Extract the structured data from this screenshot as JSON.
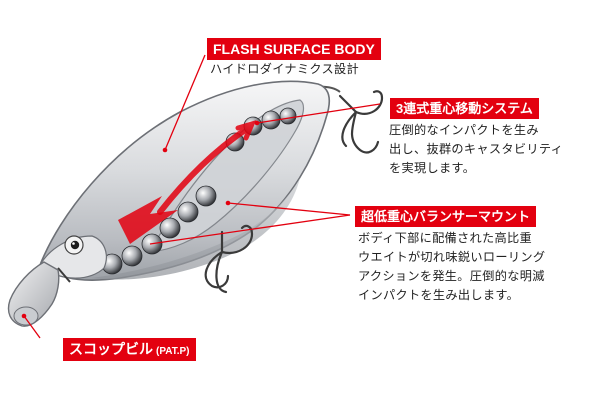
{
  "labels": {
    "flash": {
      "title": "FLASH SURFACE BODY",
      "desc": [
        "ハイドロダイナミクス設計"
      ]
    },
    "weight": {
      "title": "3連式重心移動システム",
      "desc": [
        "圧倒的なインパクトを生み",
        "出し、抜群のキャスタビリティ",
        "を実現します。"
      ]
    },
    "balancer": {
      "title": "超低重心バランサーマウント",
      "desc": [
        "ボディ下部に配備された高比重",
        "ウエイトが切れ味鋭いローリング",
        "アクションを発生。圧倒的な明滅",
        "インパクトを生み出します。"
      ]
    },
    "scoop": {
      "title": "スコップビル",
      "subtitle": "(PAT.P)"
    }
  },
  "colors": {
    "accent": "#e3000f",
    "leader": "#e3000f",
    "body": "#d8dade",
    "text": "#222222"
  }
}
